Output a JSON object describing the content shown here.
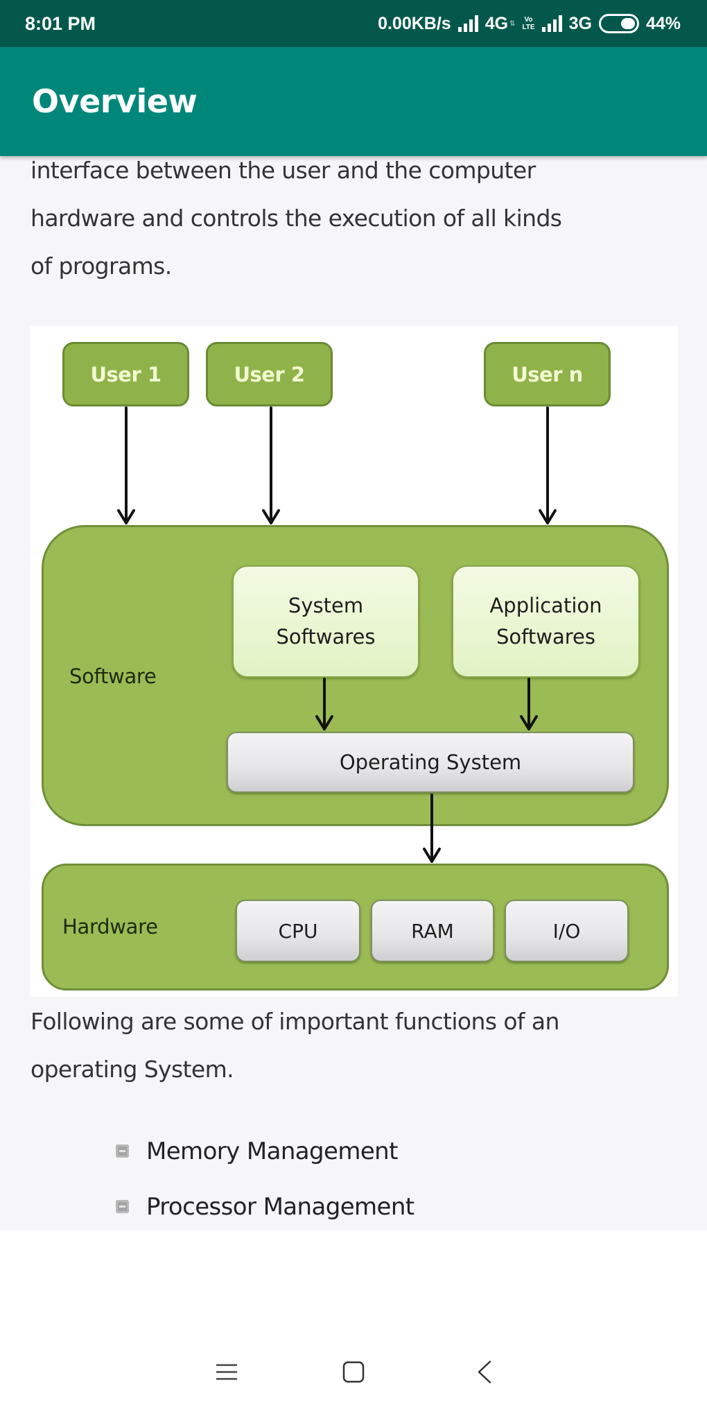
{
  "status_bar": {
    "time": "8:01 PM",
    "net_speed": "0.00KB/s",
    "sim1_network": "4G",
    "volte_top": "Vo",
    "volte_bottom": "LTE",
    "sim2_network": "3G",
    "battery_percent_label": "44%",
    "battery_level": 0.44,
    "icons": [
      "signal-icon",
      "data-arrows-icon",
      "volte-icon",
      "signal-icon",
      "battery-icon"
    ]
  },
  "app_bar": {
    "title": "Overview"
  },
  "content": {
    "intro_lines": [
      "interface between the user and the computer",
      "hardware and controls the execution of all kinds",
      "of programs."
    ],
    "diagram": {
      "users": [
        "User 1",
        "User 2",
        "User n"
      ],
      "software_label": "Software",
      "system_softwares": [
        "System",
        "Softwares"
      ],
      "application_softwares": [
        "Application",
        "Softwares"
      ],
      "operating_system": "Operating System",
      "hardware_label": "Hardware",
      "hardware_items": [
        "CPU",
        "RAM",
        "I/O"
      ],
      "colors": {
        "user_box": "#8fb34a",
        "block": "#9bbb55",
        "inner_light": "#e8f5d0",
        "gray_box": "#e6e6e8",
        "arrow": "#111111"
      }
    },
    "following_lines": [
      "Following are some of important functions of an",
      "operating System."
    ],
    "functions": [
      "Memory Management",
      "Processor Management"
    ]
  },
  "nav_bar": {
    "buttons": [
      "menu-icon",
      "home-icon",
      "back-icon"
    ]
  },
  "theme": {
    "status_bar_color": "#03584b",
    "app_bar_color": "#00877a",
    "content_bg": "#f6f5f8"
  }
}
